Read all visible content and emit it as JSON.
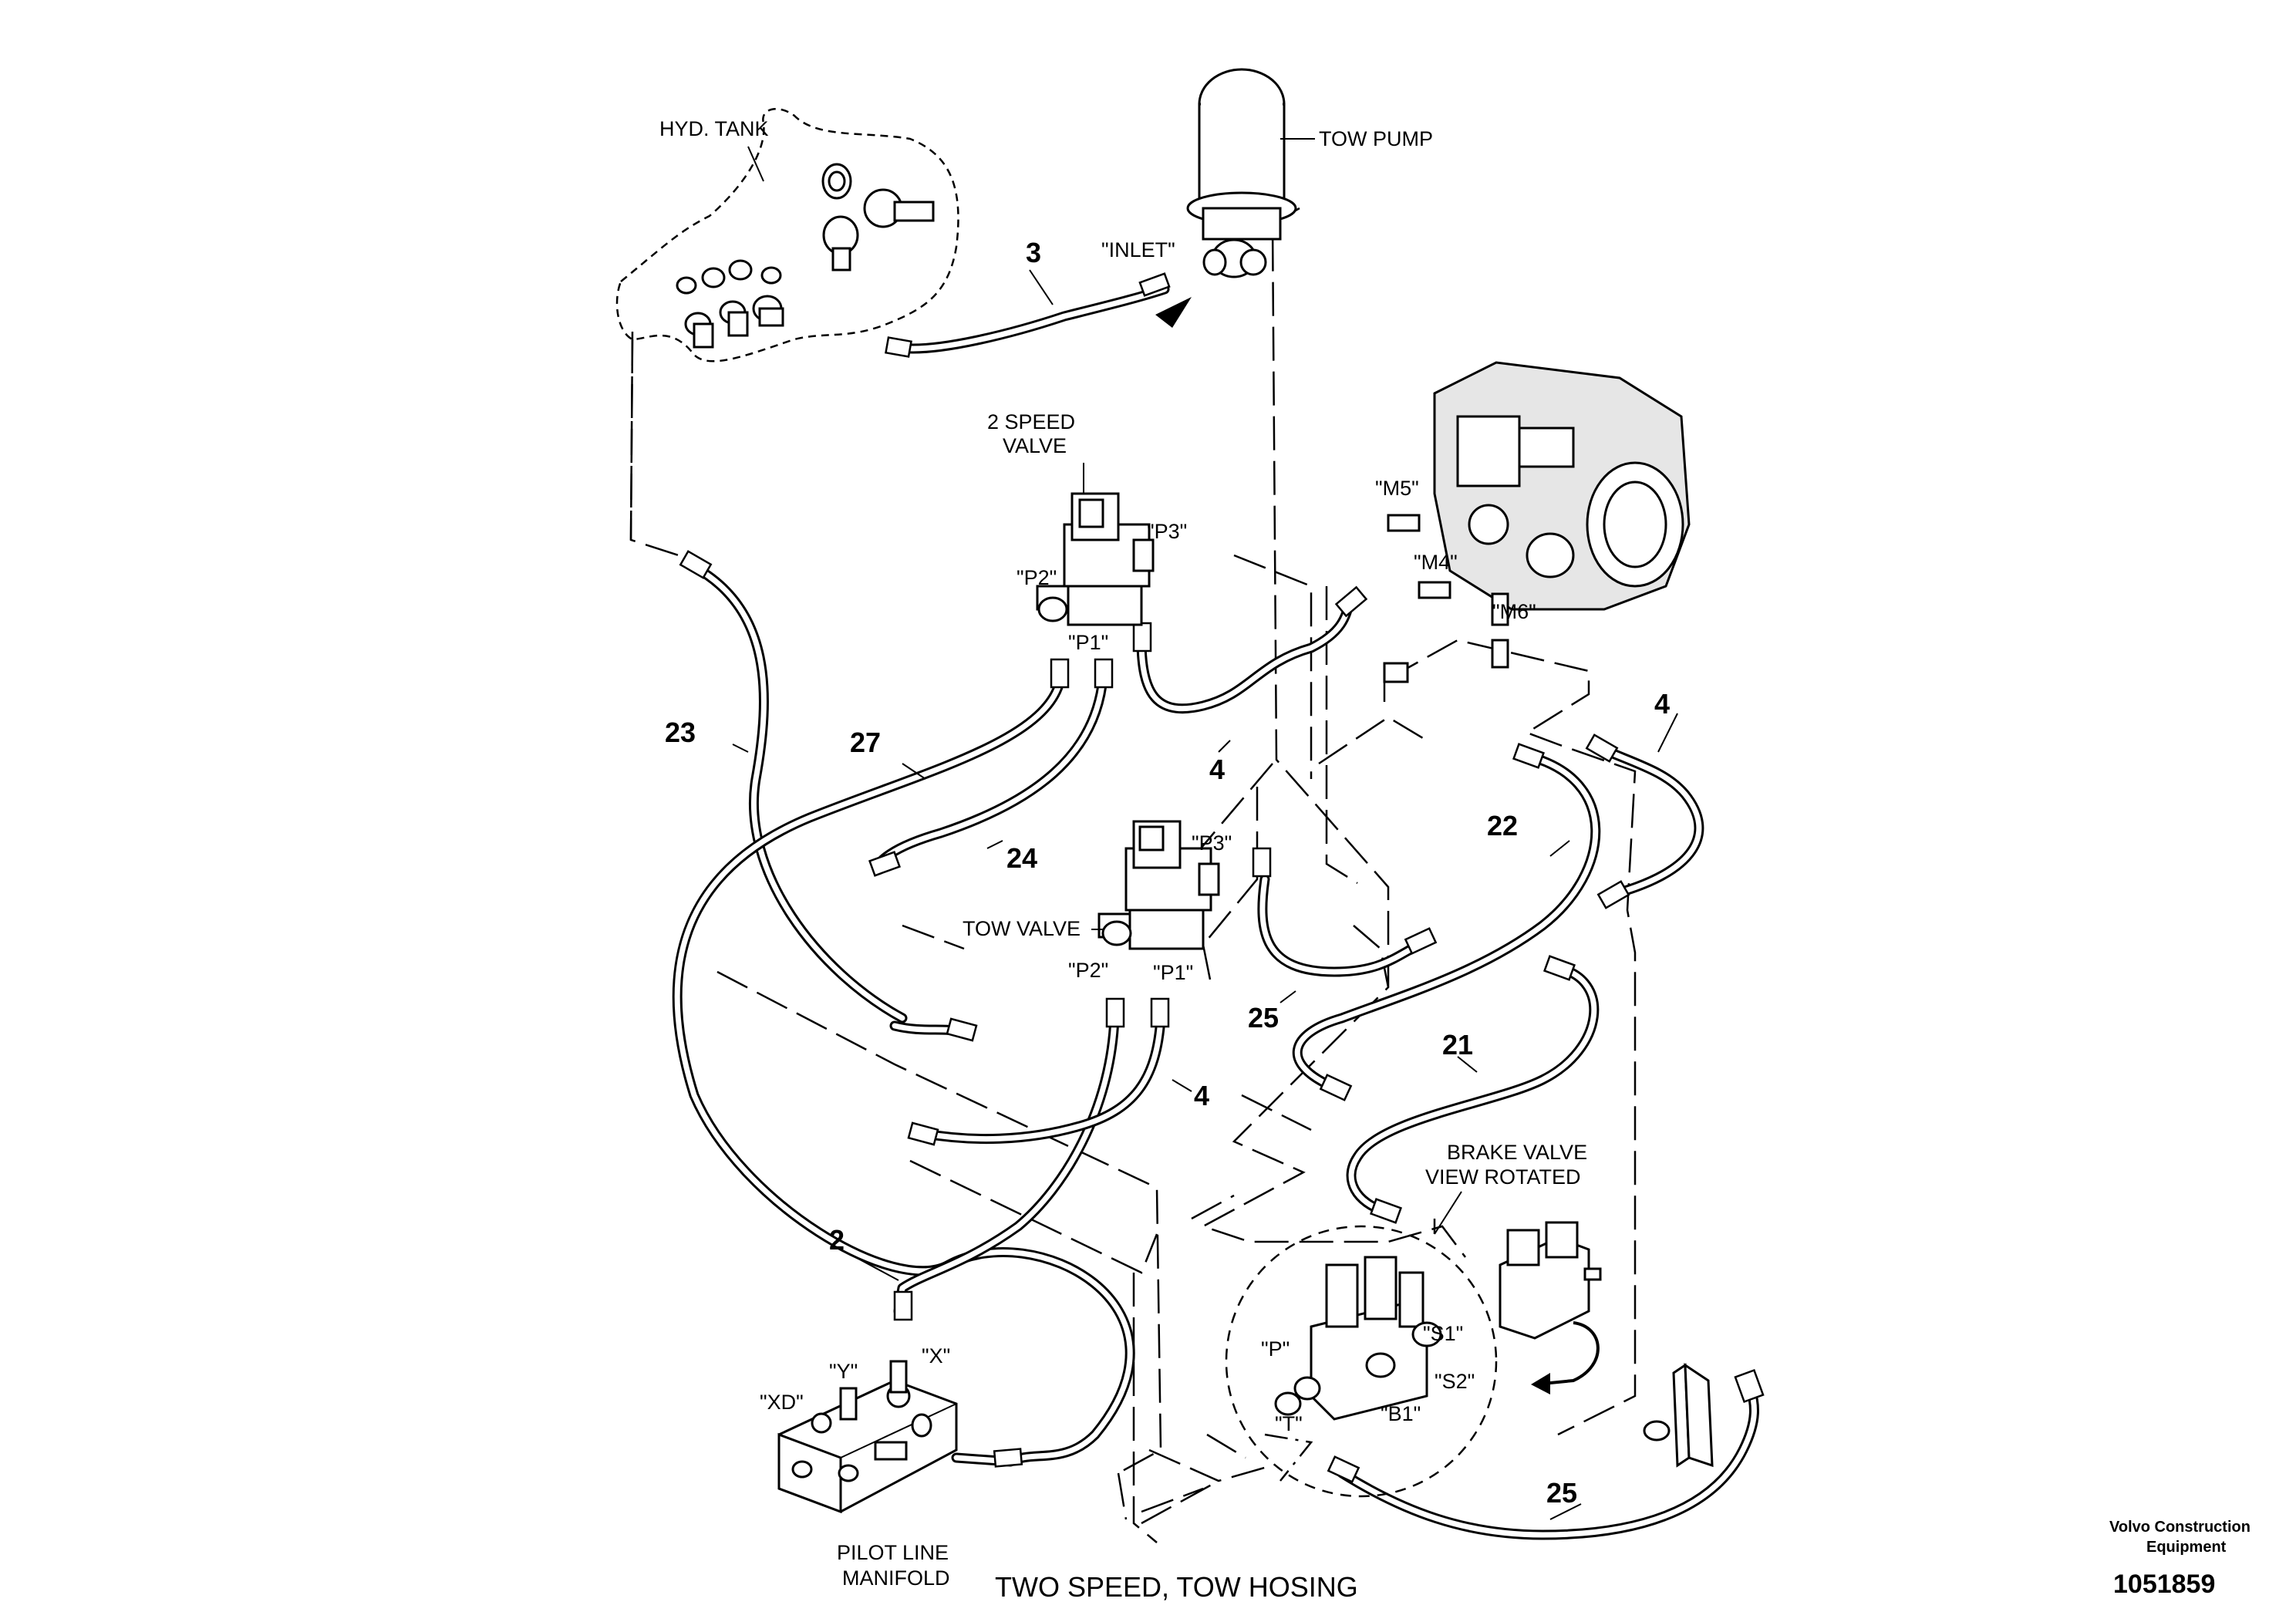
{
  "labels": {
    "hyd_tank": "HYD. TANK",
    "tow_pump": "TOW PUMP",
    "inlet": "\"INLET\"",
    "two_speed_valve_line1": "2 SPEED",
    "two_speed_valve_line2": "VALVE",
    "p3_top": "\"P3\"",
    "p2_top": "\"P2\"",
    "p1_top": "\"P1\"",
    "m5": "\"M5\"",
    "m4": "\"M4\"",
    "m6": "\"M6\"",
    "p3_tow": "\"P3\"",
    "tow_valve": "TOW VALVE",
    "p2_tow": "\"P2\"",
    "p1_tow": "\"P1\"",
    "brake_valve_line1": "BRAKE VALVE",
    "brake_valve_line2": "VIEW ROTATED",
    "s1": "\"S1\"",
    "s2": "\"S2\"",
    "p_brake": "\"P\"",
    "t_brake": "\"T\"",
    "b1": "\"B1\"",
    "xd": "\"XD\"",
    "y": "\"Y\"",
    "x": "\"X\"",
    "pilot_line1": "PILOT LINE",
    "pilot_line2": "MANIFOLD",
    "caption": "TWO SPEED, TOW HOSING",
    "company_line1": "Volvo Construction",
    "company_line2": "Equipment",
    "drawing_number": "1051859"
  },
  "callouts": {
    "c3": "3",
    "c4_upper": "4",
    "c4_right": "4",
    "c23": "23",
    "c27": "27",
    "c24": "24",
    "c22": "22",
    "c4_mid": "4",
    "c25_mid": "25",
    "c21": "21",
    "c2": "2",
    "c25_bottom": "25"
  }
}
